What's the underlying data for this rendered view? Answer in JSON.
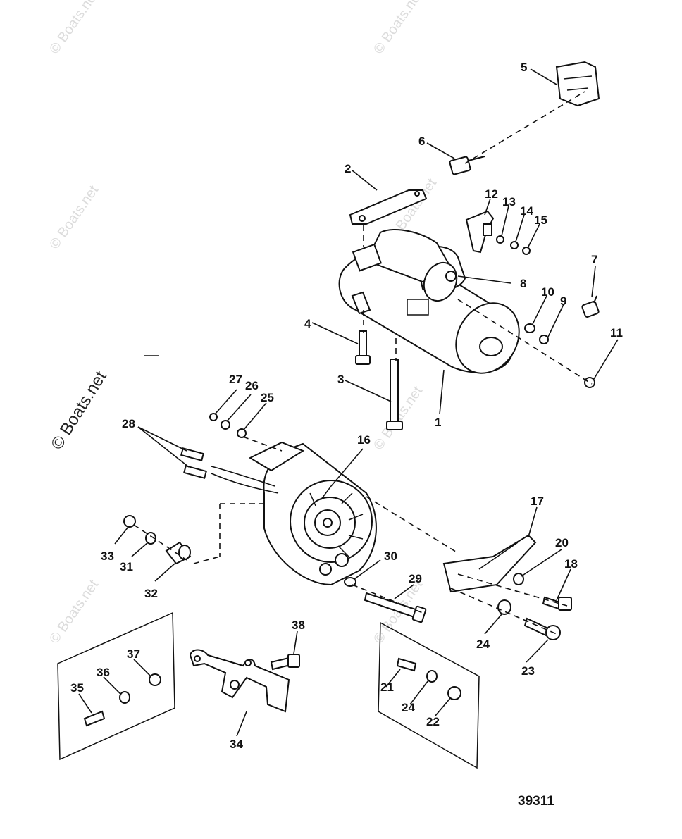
{
  "watermark": {
    "text": "© Boats.net"
  },
  "figure_number": "39311",
  "callouts": {
    "c1": "1",
    "c2": "2",
    "c3": "3",
    "c4": "4",
    "c5": "5",
    "c6": "6",
    "c7": "7",
    "c8": "8",
    "c9": "9",
    "c10": "10",
    "c11": "11",
    "c12": "12",
    "c13": "13",
    "c14": "14",
    "c15": "15",
    "c16": "16",
    "c17": "17",
    "c18": "18",
    "c20": "20",
    "c21": "21",
    "c22": "22",
    "c23": "23",
    "c24a": "24",
    "c24b": "24",
    "c25": "25",
    "c26": "26",
    "c27": "27",
    "c28": "28",
    "c29": "29",
    "c30": "30",
    "c31": "31",
    "c32": "32",
    "c33": "33",
    "c34": "34",
    "c35": "35",
    "c36": "36",
    "c37": "37",
    "c38": "38"
  }
}
